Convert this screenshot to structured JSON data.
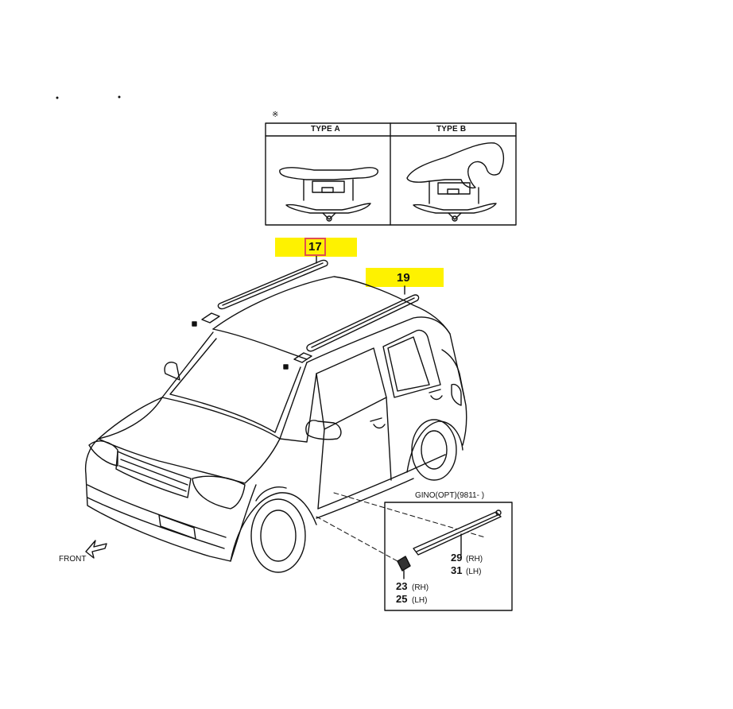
{
  "inset_top": {
    "marker": "※",
    "type_a_label": "TYPE A",
    "type_b_label": "TYPE B"
  },
  "callouts": {
    "part_17": "17",
    "part_19": "19",
    "part_23": "23",
    "part_23_side": "(RH)",
    "part_25": "25",
    "part_25_side": "(LH)",
    "part_29": "29",
    "part_29_side": "(RH)",
    "part_31": "31",
    "part_31_side": "(LH)"
  },
  "inset_bottom": {
    "note": "GINO(OPT)(9811-   )"
  },
  "front_label": "FRONT",
  "colors": {
    "highlight": "#fef200",
    "selection_box": "#e05050",
    "line": "#111111"
  }
}
